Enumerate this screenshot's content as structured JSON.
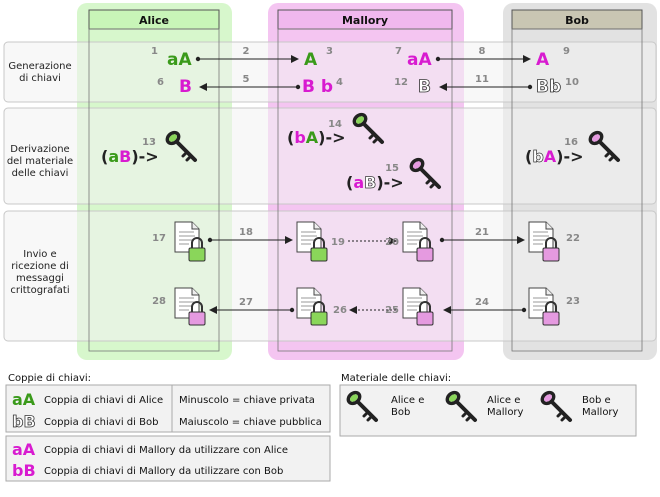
{
  "columns": {
    "alice": "Alice",
    "mallory": "Mallory",
    "bob": "Bob"
  },
  "rows": {
    "generation": [
      "Generazione",
      "di chiavi"
    ],
    "derivation": [
      "Derivazione",
      "del materiale",
      "delle chiavi"
    ],
    "messaging": [
      "Invio e",
      "ricezione di",
      "messaggi",
      "crittografati"
    ]
  },
  "steps": [
    "1",
    "2",
    "3",
    "4",
    "5",
    "6",
    "7",
    "8",
    "9",
    "10",
    "11",
    "12",
    "13",
    "14",
    "15",
    "16",
    "17",
    "18",
    "19",
    "20",
    "21",
    "22",
    "23",
    "24",
    "25",
    "26",
    "27",
    "28"
  ],
  "keys": {
    "alice_pair": "aA",
    "alice_public": "A",
    "bob_public": "B",
    "mallory_bob_pair_public": "B",
    "mallory_pub_b": "B b",
    "mallory_pair_a": "aA",
    "mallory_public_a": "A",
    "bob_private_outline": "B",
    "bob_pair": "Bb",
    "derive_alice": "(aB)->",
    "derive_mallory_1": "(bA)->",
    "derive_mallory_2": "(aB)->",
    "derive_bob": "(bA)->"
  },
  "legend": {
    "pairs_title": "Coppie di chiavi:",
    "alice_pair_glyph": "aA",
    "alice_pair_desc": "Coppia di chiavi di Alice",
    "bob_pair_glyph": "bB",
    "bob_pair_desc": "Coppia di chiavi di Bob",
    "lowercase_note": "Minuscolo = chiave privata",
    "uppercase_note": "Maiuscolo = chiave pubblica",
    "mallory_alice_glyph": "aA",
    "mallory_alice_desc": "Coppia di chiavi di Mallory da utilizzare con Alice",
    "mallory_bob_glyph": "bB",
    "mallory_bob_desc": "Coppia di chiavi di Mallory da utilizzare con Bob",
    "material_title": "Materiale delle chiavi:",
    "material_1": [
      "Alice e",
      "Bob"
    ],
    "material_2": [
      "Alice e",
      "Mallory"
    ],
    "material_3": [
      "Bob e",
      "Mallory"
    ]
  },
  "colors": {
    "green": "#3a9a1a",
    "magenta": "#d81bd0",
    "alice_col": "#d7f7cc",
    "mallory_col": "#f4c5f1",
    "bob_col": "#e2e2e2"
  }
}
